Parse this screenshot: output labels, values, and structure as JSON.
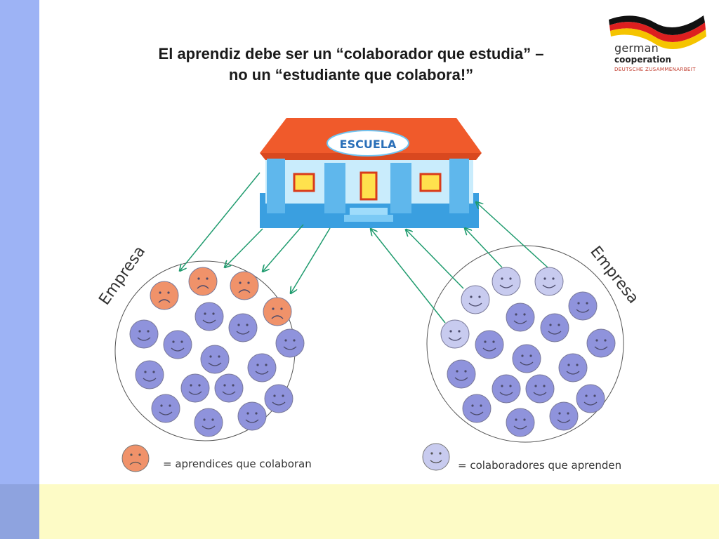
{
  "slide": {
    "title_line1": "El aprendiz debe ser un “colaborador que estudia” –",
    "title_line2": "no un “estudiante que colabora!”"
  },
  "logo": {
    "line1": "german",
    "line2": "cooperation",
    "line3": "DEUTSCHE ZUSAMMENARBEIT"
  },
  "school": {
    "sign": "ESCUELA"
  },
  "left_circle": {
    "label": "Empresa"
  },
  "right_circle": {
    "label": "Empresa"
  },
  "legend": {
    "sad_label": "= aprendices que colaboran",
    "light_label": "= colaboradores que aprenden"
  },
  "colors": {
    "sad_face": "#f0926a",
    "happy_face": "#8f93dc",
    "light_face": "#c8cbef",
    "arrow": "#1f9b6e",
    "roof": "#f05a2b",
    "building": "#5fb7ec"
  }
}
